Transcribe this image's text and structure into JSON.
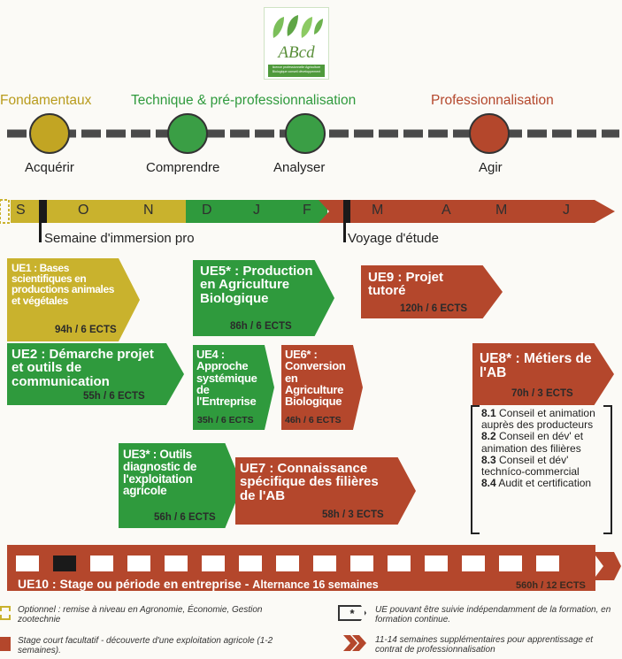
{
  "logo": {
    "text": "ABcd",
    "sub": "licence professionnelle Agriculture Biologique conseil développement"
  },
  "phases": {
    "fondamentaux": "Fondamentaux",
    "technique": "Technique & pré-professionnalisation",
    "pro": "Professionnalisation"
  },
  "verbs": {
    "acquerir": "Acquérir",
    "comprendre": "Comprendre",
    "analyser": "Analyser",
    "agir": "Agir"
  },
  "months": [
    "S",
    "O",
    "N",
    "D",
    "J",
    "F",
    "M",
    "A",
    "M",
    "J"
  ],
  "markers": {
    "immersion": "Semaine d'immersion pro",
    "voyage": "Voyage d'étude"
  },
  "ue": {
    "ue1": {
      "title": "UE1 : Bases scientifiques en productions animales et végétales",
      "hours": "94h / 6 ECTS"
    },
    "ue2": {
      "title": "UE2 : Démarche projet et outils de communication",
      "hours": "55h / 6 ECTS"
    },
    "ue3": {
      "title": "UE3* : Outils diagnostic de l'exploitation agricole",
      "hours": "56h / 6 ECTS"
    },
    "ue4": {
      "title": "UE4 : Approche systémique de l'Entreprise",
      "hours": "35h / 6 ECTS"
    },
    "ue5": {
      "title": "UE5* : Production en Agriculture Biologique",
      "hours": "86h / 6 ECTS"
    },
    "ue6": {
      "title": "UE6* : Conversion en Agriculture Biologique",
      "hours": "46h / 6 ECTS"
    },
    "ue7": {
      "title": "UE7 : Connaissance spécifique des filières de l'AB",
      "hours": "58h / 3 ECTS"
    },
    "ue8": {
      "title": "UE8* : Métiers de l'AB",
      "hours": "70h / 3 ECTS"
    },
    "ue9": {
      "title": "UE9 : Projet tutoré",
      "hours": "120h / 6 ECTS"
    },
    "ue10": {
      "title": "UE10 : Stage ou période en entreprise -",
      "alt": "Alternance 16 semaines",
      "hours": "560h / 12 ECTS"
    }
  },
  "ue8_options": [
    {
      "num": "8.1",
      "text": "Conseil et animation auprès des producteurs"
    },
    {
      "num": "8.2",
      "text": "Conseil en dév' et animation des filières"
    },
    {
      "num": "8.3",
      "text": "Conseil et dév' techníco-commercial"
    },
    {
      "num": "8.4",
      "text": "Audit et certification"
    }
  ],
  "legend": {
    "optionnel": "Optionnel : remise à niveau en Agronomie, Économie, Gestion zootechnie",
    "stage": "Stage court facultatif - découverte d'une exploitation agricole (1-2 semaines).",
    "star_symbol": "*",
    "star": "UE pouvant être suivie indépendamment de la formation, en formation continue.",
    "semaines": "11-14 semaines supplémentaires pour apprentissage et contrat de professionnalisation"
  },
  "colors": {
    "yellow": "#c9b22d",
    "green": "#2f9a3d",
    "red": "#b4472c"
  }
}
